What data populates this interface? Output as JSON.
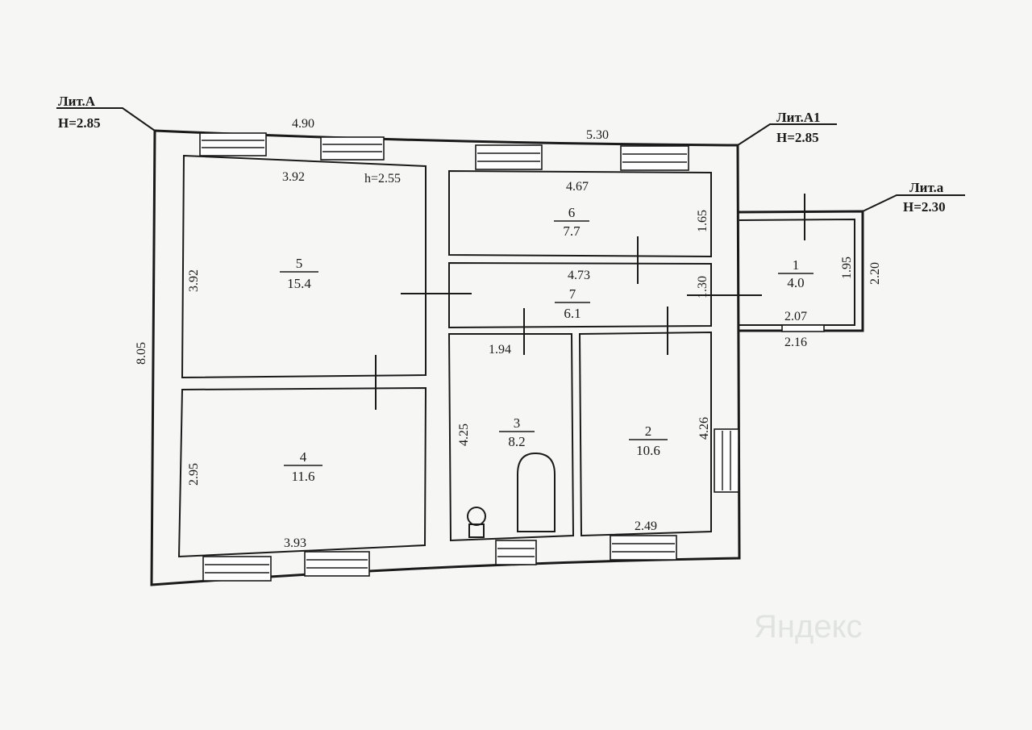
{
  "litera": {
    "a_main": {
      "name": "Лит.А",
      "height": "H=2.85"
    },
    "a1": {
      "name": "Лит.А1",
      "height": "H=2.85"
    },
    "a_small": {
      "name": "Лит.а",
      "height": "H=2.30"
    }
  },
  "ceiling_height": "h=2.55",
  "dimensions": {
    "top_left": "4.90",
    "top_right": "5.30",
    "left_outer": "8.05",
    "room5_top": "3.92",
    "room5_side": "3.92",
    "room4_side": "2.95",
    "room4_bottom": "3.93",
    "room6_top": "4.67",
    "room6_side": "1.65",
    "room7_top": "4.73",
    "room7_side": "1.30",
    "room3_top": "1.94",
    "room3_side": "4.25",
    "room2_side": "4.26",
    "room2_bottom": "2.49",
    "room1_side_inner": "1.95",
    "room1_side_outer": "2.20",
    "room1_bottom_inner": "2.07",
    "room1_bottom_outer": "2.16"
  },
  "rooms": [
    {
      "number": "1",
      "area": "4.0"
    },
    {
      "number": "2",
      "area": "10.6"
    },
    {
      "number": "3",
      "area": "8.2"
    },
    {
      "number": "4",
      "area": "11.6"
    },
    {
      "number": "5",
      "area": "15.4"
    },
    {
      "number": "6",
      "area": "7.7"
    },
    {
      "number": "7",
      "area": "6.1"
    }
  ],
  "watermark": "Яндекс"
}
